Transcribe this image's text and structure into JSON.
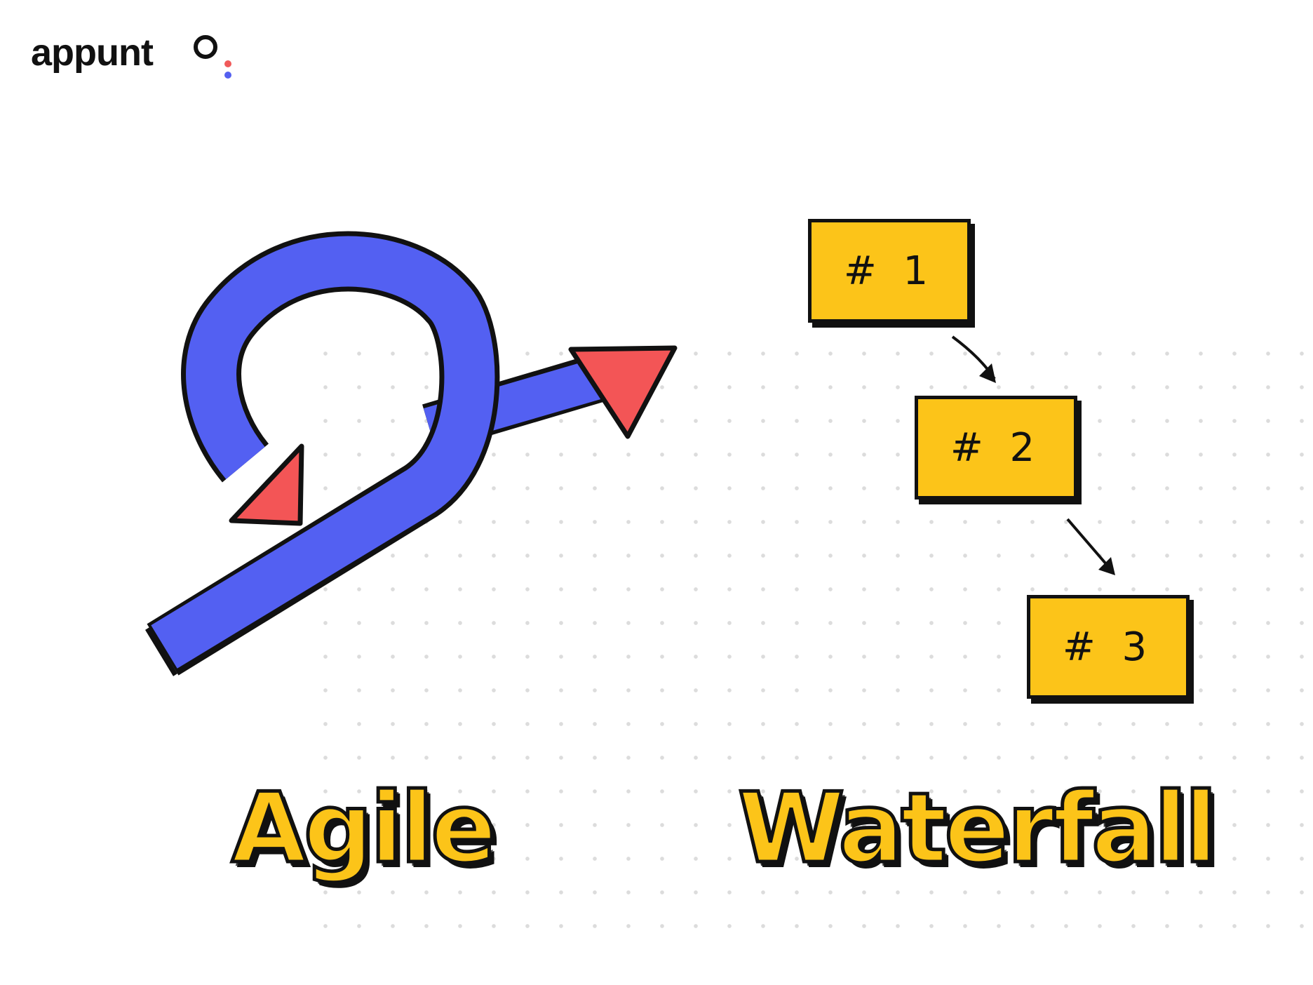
{
  "brand": {
    "logo_text": "appunt",
    "dot_colors": [
      "#f05a5a",
      "#5460f0"
    ]
  },
  "colors": {
    "agile_blue": "#5360f2",
    "arrow_red": "#f35556",
    "box_yellow": "#fcc419",
    "ink": "#111111"
  },
  "agile": {
    "label": "Agile"
  },
  "waterfall": {
    "label": "Waterfall",
    "steps": [
      "# 1",
      "# 2",
      "# 3"
    ]
  }
}
